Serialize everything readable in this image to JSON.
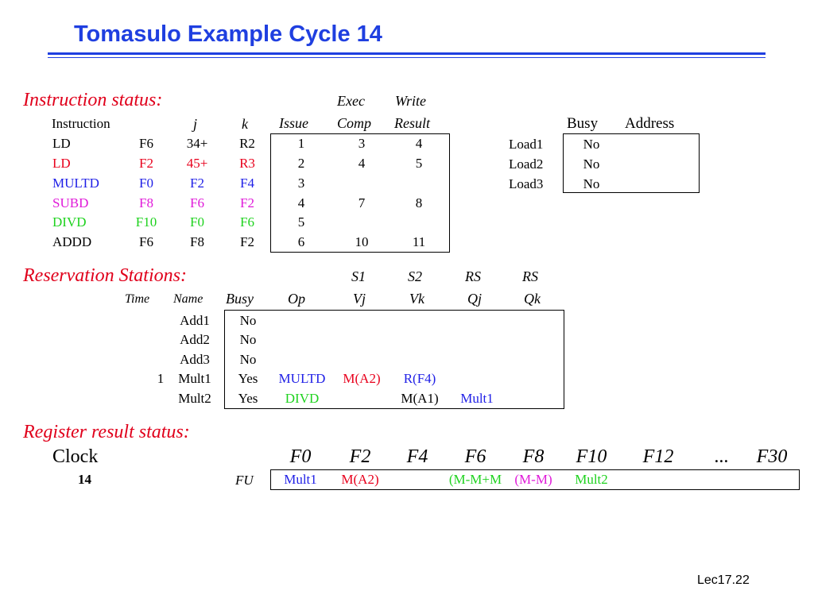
{
  "title": "Tomasulo Example Cycle 14",
  "instruction_status": {
    "heading": "Instruction status:",
    "header_top": {
      "exec": "Exec",
      "write": "Write"
    },
    "header": {
      "instruction": "Instruction",
      "j": "j",
      "k": "k",
      "issue": "Issue",
      "comp": "Comp",
      "result": "Result"
    },
    "rows": [
      {
        "op": "LD",
        "dest": "F6",
        "j": "34+",
        "k": "R2",
        "issue": "1",
        "comp": "3",
        "result": "4",
        "color": "#000000"
      },
      {
        "op": "LD",
        "dest": "F2",
        "j": "45+",
        "k": "R3",
        "issue": "2",
        "comp": "4",
        "result": "5",
        "color": "#e8001c"
      },
      {
        "op": "MULTD",
        "dest": "F0",
        "j": "F2",
        "k": "F4",
        "issue": "3",
        "comp": "",
        "result": "",
        "color": "#1f1fe6"
      },
      {
        "op": "SUBD",
        "dest": "F8",
        "j": "F6",
        "k": "F2",
        "issue": "4",
        "comp": "7",
        "result": "8",
        "color": "#e01ad9"
      },
      {
        "op": "DIVD",
        "dest": "F10",
        "j": "F0",
        "k": "F6",
        "issue": "5",
        "comp": "",
        "result": "",
        "color": "#1ed21e"
      },
      {
        "op": "ADDD",
        "dest": "F6",
        "j": "F8",
        "k": "F2",
        "issue": "6",
        "comp": "10",
        "result": "11",
        "color": "#000000"
      }
    ]
  },
  "load_buffers": {
    "header": {
      "busy": "Busy",
      "address": "Address"
    },
    "rows": [
      {
        "name": "Load1",
        "busy": "No",
        "address": ""
      },
      {
        "name": "Load2",
        "busy": "No",
        "address": ""
      },
      {
        "name": "Load3",
        "busy": "No",
        "address": ""
      }
    ]
  },
  "reservation_stations": {
    "heading": "Reservation Stations:",
    "header_top": {
      "s1": "S1",
      "s2": "S2",
      "rs1": "RS",
      "rs2": "RS"
    },
    "header": {
      "time": "Time",
      "name": "Name",
      "busy": "Busy",
      "op": "Op",
      "vj": "Vj",
      "vk": "Vk",
      "qj": "Qj",
      "qk": "Qk"
    },
    "rows": [
      {
        "time": "",
        "name": "Add1",
        "busy": "No",
        "op": "",
        "vj": "",
        "vk": "",
        "qj": "",
        "qk": ""
      },
      {
        "time": "",
        "name": "Add2",
        "busy": "No",
        "op": "",
        "vj": "",
        "vk": "",
        "qj": "",
        "qk": ""
      },
      {
        "time": "",
        "name": "Add3",
        "busy": "No",
        "op": "",
        "vj": "",
        "vk": "",
        "qj": "",
        "qk": ""
      },
      {
        "time": "1",
        "name": "Mult1",
        "busy": "Yes",
        "op": "MULTD",
        "vj": "M(A2)",
        "vk": "R(F4)",
        "qj": "",
        "qk": ""
      },
      {
        "time": "",
        "name": "Mult2",
        "busy": "Yes",
        "op": "DIVD",
        "vj": "",
        "vk": "M(A1)",
        "qj": "Mult1",
        "qk": ""
      }
    ]
  },
  "register_result_status": {
    "heading": "Register result status:",
    "clock_label": "Clock",
    "clock_value": "14",
    "fu_label": "FU",
    "registers": [
      "F0",
      "F2",
      "F4",
      "F6",
      "F8",
      "F10",
      "F12",
      "...",
      "F30"
    ],
    "values": [
      "Mult1",
      "M(A2)",
      "",
      "(M-M+M",
      "(M-M)",
      "Mult2",
      "",
      "",
      ""
    ]
  },
  "footer": "Lec17.22",
  "colors": {
    "title": "#1f3fe0",
    "section": "#e0001b",
    "red": "#e8001c",
    "blue": "#1f1fe6",
    "magenta": "#e01ad9",
    "green": "#1ed21e"
  }
}
